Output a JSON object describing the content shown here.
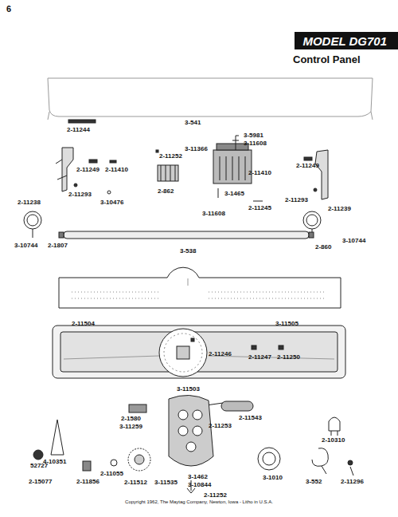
{
  "diagram": {
    "title": "MODEL DG701",
    "caption": "Copyright 1962, The Maytag Company, Newton, Iowa - Litho in U.S.A.",
    "labels": [
      "6",
      "Control Panel",
      "2-11244",
      "3-541",
      "3-5981",
      "3-11608",
      "3-11366",
      "2-11252",
      "2-11249",
      "2-11410",
      "2-11410",
      "2-11249",
      "2-862",
      "3-1465",
      "2-11293",
      "3-10476",
      "2-11238",
      "3-11608",
      "2-11245",
      "2-11293",
      "2-11239",
      "3-10744",
      "2-1807",
      "3-538",
      "2-860",
      "3-10744",
      "2-11504",
      "3-11505",
      "2-11246",
      "2-11247",
      "2-11250",
      "3-11503",
      "2-11543",
      "2-1580",
      "3-11259",
      "2-11253",
      "4-10351",
      "2-10310",
      "52727",
      "2-15077",
      "2-11856",
      "2-11055",
      "2-11512",
      "3-11535",
      "3-1462",
      "3-10844",
      "2-11252",
      "3-1010",
      "3-552",
      "2-11296"
    ]
  }
}
